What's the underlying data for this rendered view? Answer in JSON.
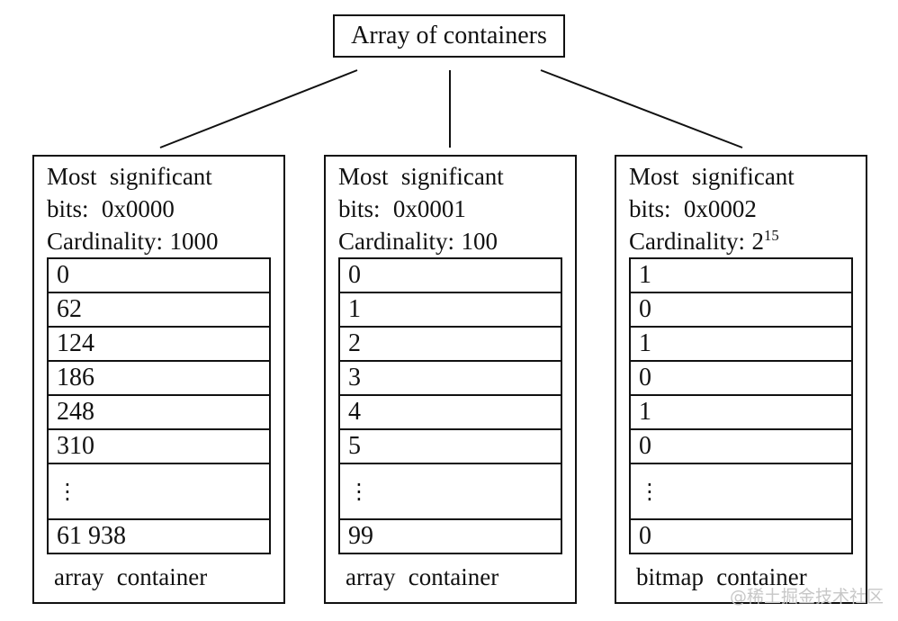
{
  "title": "Array of containers",
  "watermark": "@稀土掘金技术社区",
  "containers": [
    {
      "msb_line1": "Most significant",
      "msb_line2": "bits: 0x0000",
      "cardinality_label": "Cardinality:",
      "cardinality_value": "1000",
      "cardinality_exponent": "",
      "rows": [
        "0",
        "62",
        "124",
        "186",
        "248",
        "310",
        "⋮",
        "61 938"
      ],
      "footer": "array container"
    },
    {
      "msb_line1": "Most significant",
      "msb_line2": "bits: 0x0001",
      "cardinality_label": "Cardinality:",
      "cardinality_value": "100",
      "cardinality_exponent": "",
      "rows": [
        "0",
        "1",
        "2",
        "3",
        "4",
        "5",
        "⋮",
        "99"
      ],
      "footer": "array container"
    },
    {
      "msb_line1": "Most significant",
      "msb_line2": "bits: 0x0002",
      "cardinality_label": "Cardinality:",
      "cardinality_value": "2",
      "cardinality_exponent": "15",
      "rows": [
        "1",
        "0",
        "1",
        "0",
        "1",
        "0",
        "⋮",
        "0"
      ],
      "footer": "bitmap container"
    }
  ]
}
